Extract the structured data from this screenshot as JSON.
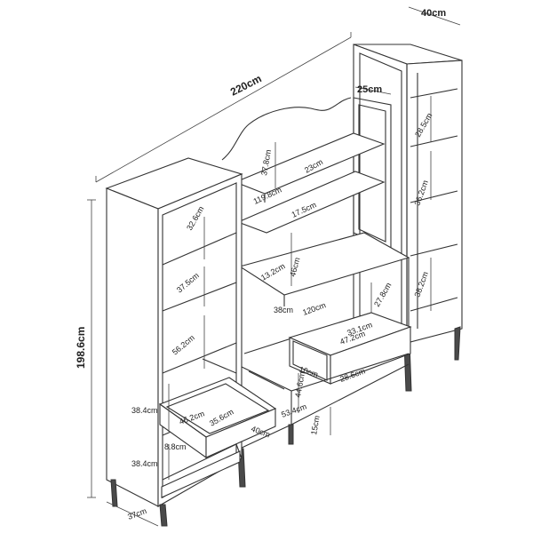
{
  "dimensions": {
    "total_width": "220cm",
    "depth_right": "40cm",
    "depth_middle": "25cm",
    "total_height": "198.6cm",
    "depth_left": "37cm",
    "left": {
      "shelf1": "32.6cm",
      "shelf2": "37.5cm",
      "shelf3": "56.2cm",
      "lower1": "38.4cm",
      "lower2": "38.4cm",
      "drawer_w": "46.2cm",
      "drawer_d": "35.6cm",
      "drawer_h": "8.8cm"
    },
    "middle": {
      "top_h": "37.8cm",
      "top_d": "23cm",
      "shelf_w": "119.8cm",
      "shelf_d": "17.5cm",
      "open_w": "46cm",
      "open_h": "13.2cm",
      "tv_d": "38cm",
      "tv_w": "120cm",
      "side_h": "27.8cm",
      "drawer_w": "47.2cm",
      "drawer_d": "33.1cm",
      "drawer_h": "10cm",
      "bottom_h": "44.6cm",
      "bottom_w": "28.6cm",
      "base_w": "53.4cm",
      "base_d": "40cm",
      "leg_h": "15cm"
    },
    "right": {
      "shelf1": "28.5cm",
      "shelf2": "36.2cm",
      "shelf3": "38.2cm"
    }
  }
}
